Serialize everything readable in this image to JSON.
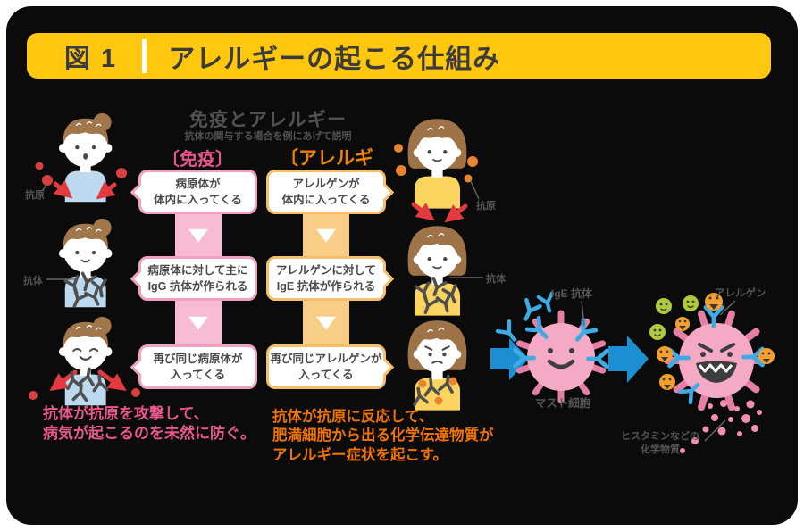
{
  "colors": {
    "frame_bg": "#0b0b0b",
    "header_yellow": "#FFC70E",
    "header_text": "#3b3b3b",
    "immunity_pink": "#E8548C",
    "immunity_bar": "#F7BCD3",
    "immunity_border": "#F2A0C2",
    "allergy_orange": "#EF8200",
    "allergy_bar": "#F8CE87",
    "allergy_border": "#F6BE6B",
    "flow_arrow_blue": "#1C8FD2",
    "ige_blue": "#3FABE5",
    "mast_cell_pink": "#F4A9C5",
    "antigen_red": "#D84040",
    "antigen_orange": "#E8832F",
    "allergen_green": "#AFCB3B",
    "histamine_pink": "#F190AC"
  },
  "header": {
    "figure_label": "図 1",
    "title": "アレルギーの起こる仕組み"
  },
  "diagram": {
    "title": "免疫とアレルギー",
    "subtitle": "抗体の関与する場合を例にあげて説明",
    "immunity": {
      "label": "〔免疫〕",
      "steps": [
        "病原体が\n体内に入ってくる",
        "病原体に対して主に\nIgG 抗体が作られる",
        "再び同じ病原体が\n入ってくる"
      ],
      "conclusion": "抗体が抗原を攻撃して、\n病気が起こるのを未然に防ぐ。"
    },
    "allergy": {
      "label": "〔アレルギー〕",
      "steps": [
        "アレルゲンが\n体内に入ってくる",
        "アレルゲンに対して\nIgE 抗体が作られる",
        "再び同じアレルゲンが\n入ってくる"
      ],
      "conclusion": "抗体が抗原に反応して、\n肥満細胞から出る化学伝達物質が\nアレルギー症状を起こす。"
    },
    "labels": {
      "antigen_left": "抗原",
      "antibody_left": "抗体",
      "antigen_right": "抗原",
      "antibody_right": "抗体",
      "ige_antibody": "IgE 抗体",
      "mast_cell": "マスト細胞",
      "allergen": "アレルゲン",
      "histamine": "ヒスタミンなどの\n化学物質"
    }
  }
}
